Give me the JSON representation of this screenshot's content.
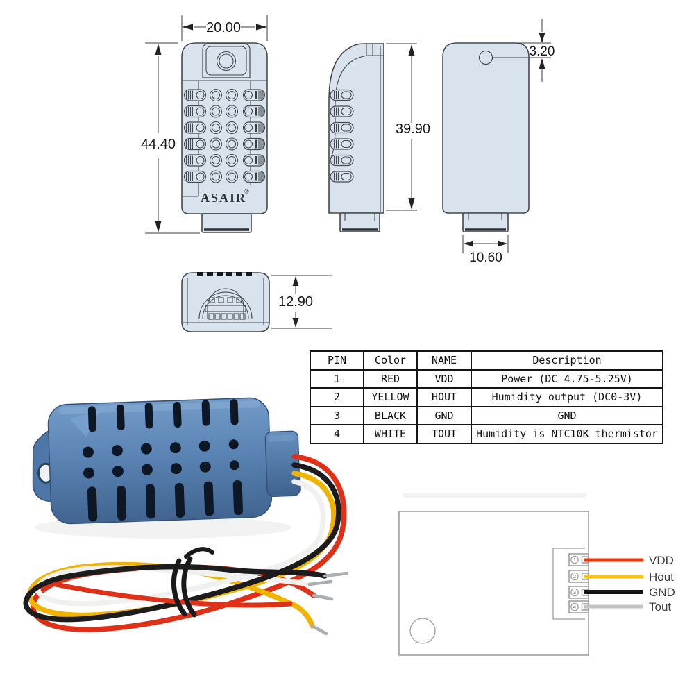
{
  "page": {
    "type": "sensor-product-specification",
    "background": "#ffffff"
  },
  "brand": {
    "name": "ASAIR",
    "registered_mark": "®"
  },
  "drawing": {
    "fill_color": "#d9e3ee",
    "line_color": "#45494d",
    "dimensions": {
      "front_width": "20.00",
      "front_height": "44.40",
      "side_height": "39.90",
      "hole_offset": "3.20",
      "plug_width": "10.60",
      "body_depth": "12.90"
    }
  },
  "pin_table": {
    "headers": [
      "PIN",
      "Color",
      "NAME",
      "Description"
    ],
    "rows": [
      {
        "pin": "1",
        "color": "RED",
        "name": "VDD",
        "description": "Power (DC 4.75-5.25V)"
      },
      {
        "pin": "2",
        "color": "YELLOW",
        "name": "HOUT",
        "description": "Humidity output (DC0-3V)"
      },
      {
        "pin": "3",
        "color": "BLACK",
        "name": "GND",
        "description": "GND"
      },
      {
        "pin": "4",
        "color": "WHITE",
        "name": "TOUT",
        "description": "Humidity is NTC10K thermistor"
      }
    ]
  },
  "wiring_diagram": {
    "pins": [
      {
        "number": "1",
        "label": "VDD",
        "wire_color": "#e8380c"
      },
      {
        "number": "2",
        "label": "Hout",
        "wire_color": "#ffc30d"
      },
      {
        "number": "3",
        "label": "GND",
        "wire_color": "#151515"
      },
      {
        "number": "4",
        "label": "Tout",
        "wire_color": "#c3c3c3"
      }
    ]
  },
  "photo": {
    "body_color": "#5a84b4",
    "wire_colors": {
      "red": "#df3018",
      "yellow": "#f0b400",
      "black": "#1c1c1c",
      "white": "#f0f0ee"
    }
  }
}
